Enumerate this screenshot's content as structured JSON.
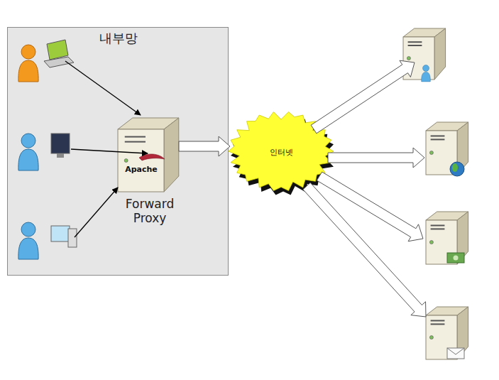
{
  "diagram": {
    "nodes": [
      {
        "text": [
          "내부망"
        ]
      },
      {
        "text": [
          "Apache",
          "Forward Proxy"
        ],
        "in": 0
      },
      {
        "text": [
          "인터넷"
        ]
      }
    ],
    "edges": [
      {
        "from": 1,
        "to": 2,
        "arrow": "to"
      }
    ]
  }
}
